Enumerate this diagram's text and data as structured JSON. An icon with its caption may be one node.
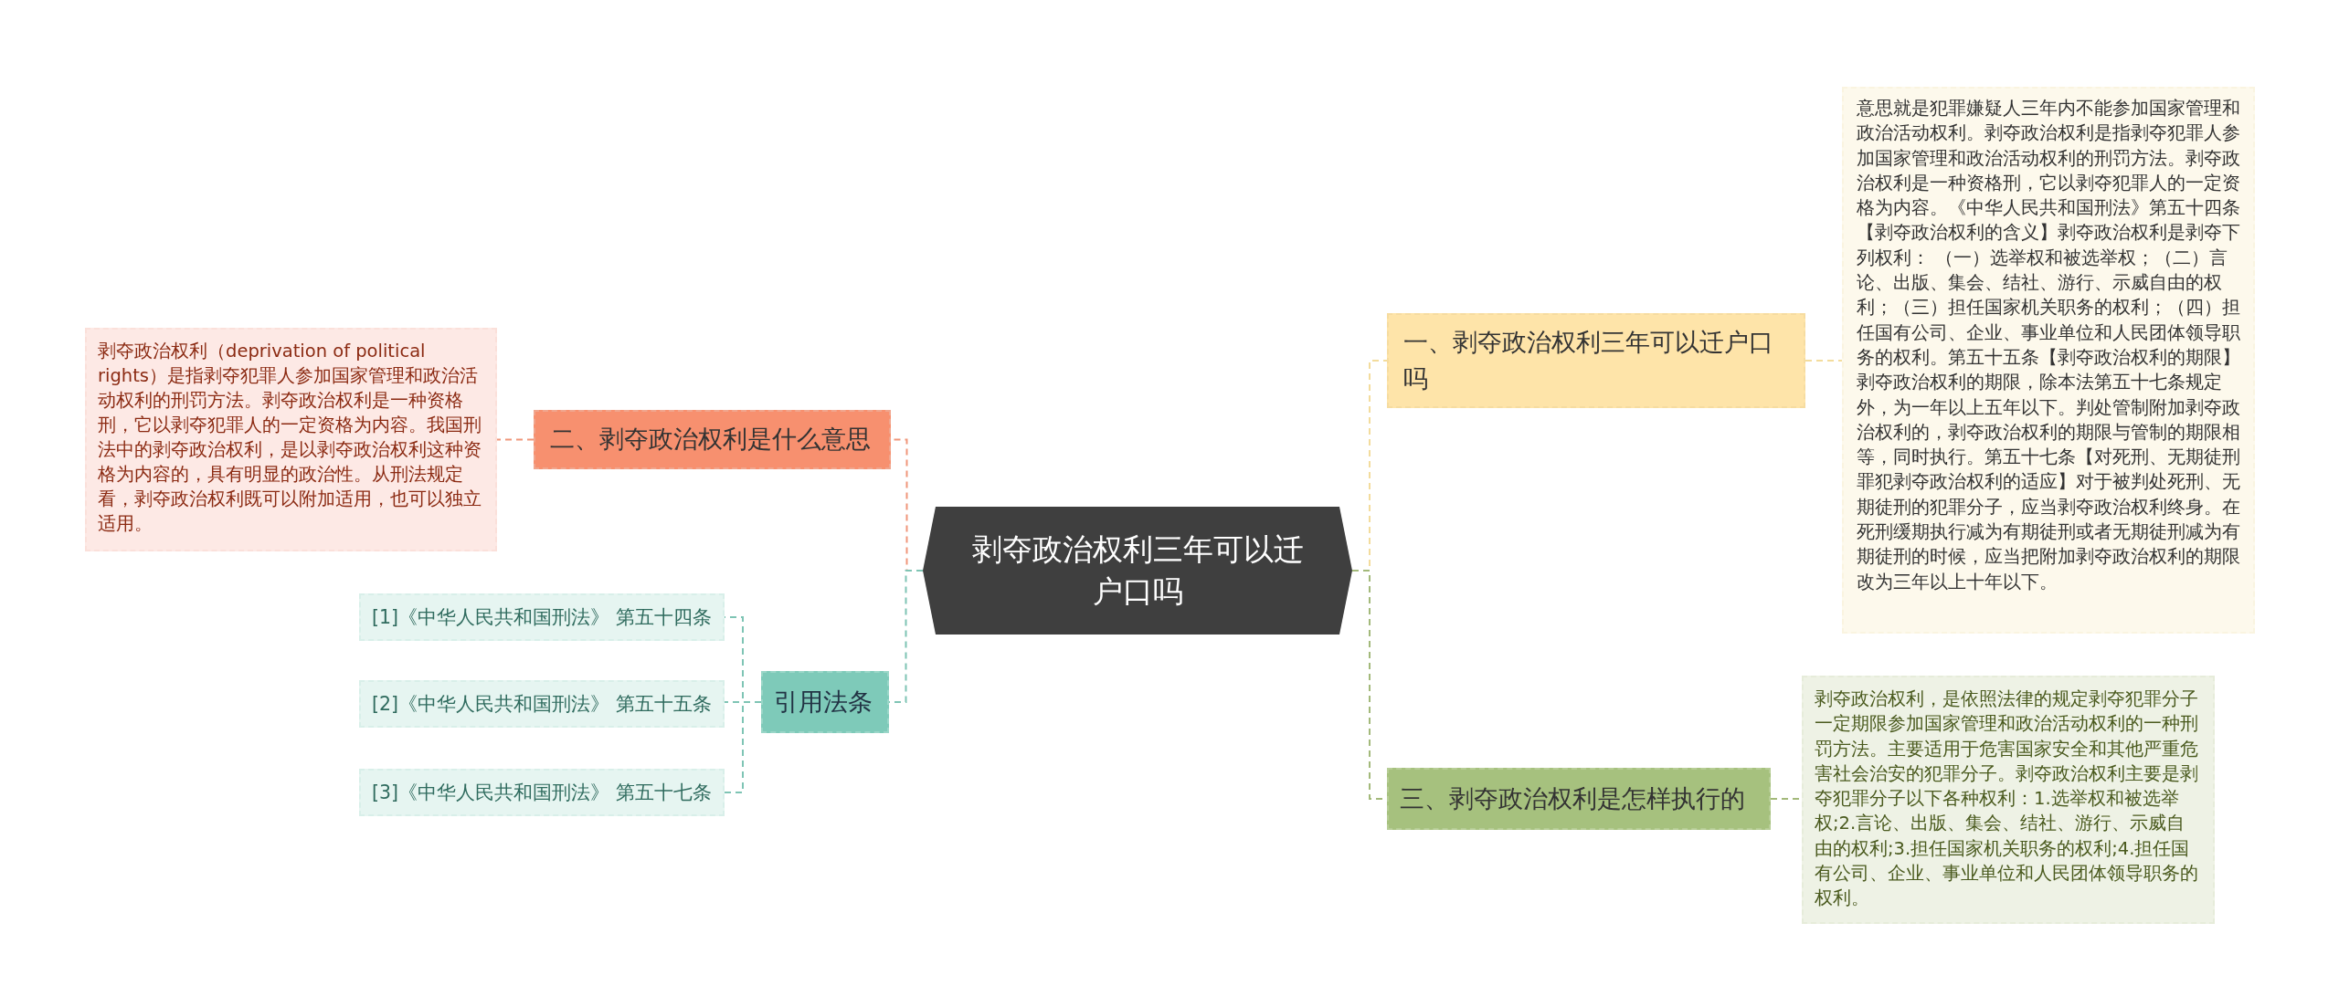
{
  "diagram": {
    "nodes": [
      {
        "text": [
          "剥夺政治权利三年可以迁户口吗"
        ]
      },
      {
        "text": [
          "二、剥夺政治权利是什么意思"
        ]
      },
      {
        "text": [
          "剥夺政治权利（deprivation of political rights）是指剥夺犯罪人参加国家管理和政治活动权利的刑罚方法。剥夺政治权利是一种资格刑，它以剥夺犯罪人的一定资格为内容。我国刑法中的剥夺政治权利，是以剥夺政治权利这种资格为内容的，具有明显的政治性。从刑法规定看，剥夺政治权利既可以附加适用，也可以独立适用。"
        ]
      },
      {
        "text": [
          "引用法条"
        ]
      },
      {
        "text": [
          "[1]《中华人民共和国刑法》 第五十四条"
        ]
      },
      {
        "text": [
          "[2]《中华人民共和国刑法》 第五十五条"
        ]
      },
      {
        "text": [
          "[3]《中华人民共和国刑法》 第五十七条"
        ]
      },
      {
        "text": [
          "一、剥夺政治权利三年可以迁户口吗"
        ]
      },
      {
        "text": [
          "意思就是犯罪嫌疑人三年内不能参加国家管理和政治活动权利。剥夺政治权利是指剥夺犯罪人参加国家管理和政治活动权利的刑罚方法。剥夺政治权利是一种资格刑，它以剥夺犯罪人的一定资格为内容。《中华人民共和国刑法》第五十四条【剥夺政治权利的含义】剥夺政治权利是剥夺下列权利： （一）选举权和被选举权；（二）言论、出版、集会、结社、游行、示威自由的权利；（三）担任国家机关职务的权利；（四）担任国有公司、企业、事业单位和人民团体领导职务的权利。第五十五条【剥夺政治权利的期限】剥夺政治权利的期限，除本法第五十七条规定外，为一年以上五年以下。判处管制附加剥夺政治权利的，剥夺政治权利的期限与管制的期限相等，同时执行。第五十七条【对死刑、无期徒刑罪犯剥夺政治权利的适应】对于被判处死刑、无期徒刑的犯罪分子，应当剥夺政治权利终身。在死刑缓期执行减为有期徒刑或者无期徒刑减为有期徒刑的时候，应当把附加剥夺政治权利的期限改为三年以上十年以下。"
        ]
      },
      {
        "text": [
          "三、剥夺政治权利是怎样执行的"
        ]
      },
      {
        "text": [
          "剥夺政治权利，是依照法律的规定剥夺犯罪分子一定期限参加国家管理和政治活动权利的一种刑罚方法。主要适用于危害国家安全和其他严重危害社会治安的犯罪分子。剥夺政治权利主要是剥夺犯罪分子以下各种权利：1.选举权和被选举权;2.言论、出版、集会、结社、游行、示威自由的权利;3.担任国家机关职务的权利;4.担任国有公司、企业、事业单位和人民团体领导职务的权利。"
        ]
      }
    ],
    "edges": [
      {
        "from": 0,
        "to": 1,
        "arrow": "none",
        "style": "dashed",
        "color": "#f0967a"
      },
      {
        "from": 1,
        "to": 2,
        "arrow": "none",
        "style": "dashed",
        "color": "#f0967a"
      },
      {
        "from": 0,
        "to": 3,
        "arrow": "none",
        "style": "dashed",
        "color": "#7ec4b4"
      },
      {
        "from": 3,
        "to": 4,
        "arrow": "none",
        "style": "dashed",
        "color": "#7ec4b4"
      },
      {
        "from": 3,
        "to": 5,
        "arrow": "none",
        "style": "dashed",
        "color": "#7ec4b4"
      },
      {
        "from": 3,
        "to": 6,
        "arrow": "none",
        "style": "dashed",
        "color": "#7ec4b4"
      },
      {
        "from": 0,
        "to": 7,
        "arrow": "none",
        "style": "dashed",
        "color": "#f3dc9c"
      },
      {
        "from": 7,
        "to": 8,
        "arrow": "none",
        "style": "dashed",
        "color": "#f3dc9c"
      },
      {
        "from": 0,
        "to": 9,
        "arrow": "none",
        "style": "dashed",
        "color": "#a3b97a"
      },
      {
        "from": 9,
        "to": 10,
        "arrow": "none",
        "style": "dashed",
        "color": "#a3b97a"
      }
    ]
  }
}
